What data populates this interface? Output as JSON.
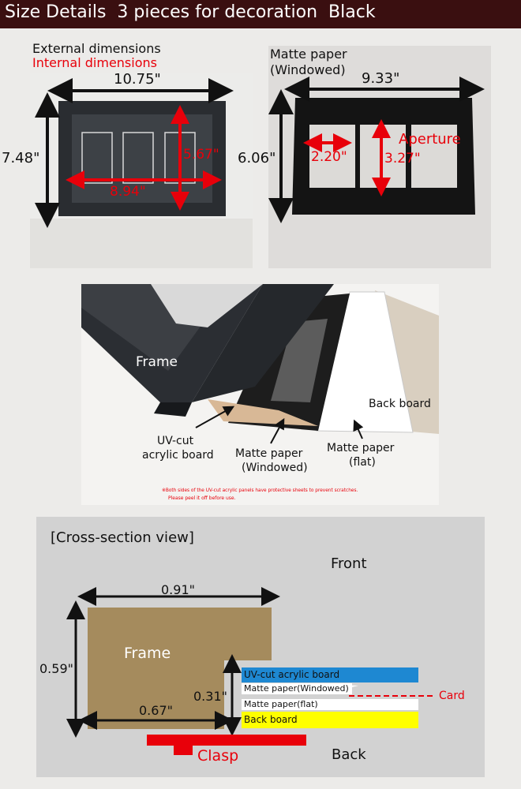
{
  "header": {
    "title": "Size Details  3 pieces for decoration  Black"
  },
  "frame_photo": {
    "external_label": "External dimensions",
    "internal_label": "Internal dimensions",
    "width_external": "10.75\"",
    "height_external": "7.48\"",
    "width_internal": "8.94\"",
    "height_internal": "5.67\""
  },
  "mat_photo": {
    "title_line1": "Matte paper",
    "title_line2": "(Windowed)",
    "width": "9.33\"",
    "height": "6.06\"",
    "aperture_label": "Aperture",
    "aperture_width": "2.20\"",
    "aperture_height": "3.27\""
  },
  "parts_photo": {
    "frame_label": "Frame",
    "acrylic_line1": "UV-cut",
    "acrylic_line2": "acrylic board",
    "mat_windowed_line1": "Matte paper",
    "mat_windowed_line2": "(Windowed)",
    "mat_flat_line1": "Matte paper",
    "mat_flat_line2": "(flat)",
    "back_board_label": "Back board",
    "note_line1": "※Both sides of the UV-cut acrylic panels have protective sheets to prevent scratches.",
    "note_line2": "Please peel it off before use."
  },
  "cross_section": {
    "title": "[Cross-section view]",
    "front_label": "Front",
    "back_label": "Back",
    "frame_label": "Frame",
    "frame_width": "0.91\"",
    "frame_height": "0.59\"",
    "inner_width": "0.67\"",
    "inner_height": "0.31\"",
    "layers": [
      {
        "label": "UV-cut acrylic board",
        "color": "#1e88d2"
      },
      {
        "label": "Matte paper(Windowed)",
        "color": "#ffffff"
      },
      {
        "label": "Matte paper(flat)",
        "color": "#ffffff"
      },
      {
        "label": "Back board",
        "color": "#ffff00"
      }
    ],
    "card_label": "Card",
    "clasp_label": "Clasp"
  },
  "colors": {
    "accent_red": "#e8000a",
    "frame_brown": "#a58b5d",
    "header_bg": "#3a0f10"
  }
}
